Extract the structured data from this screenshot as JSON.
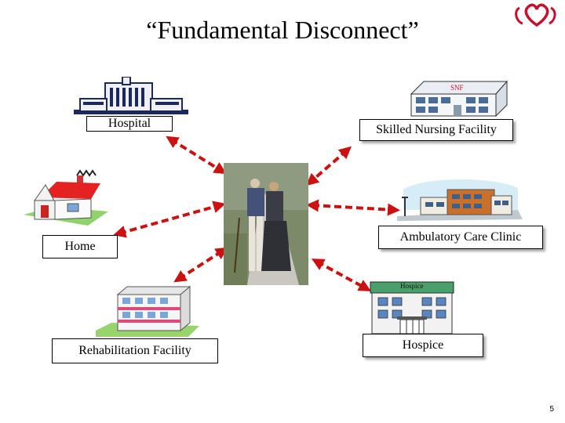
{
  "title": "“Fundamental Disconnect”",
  "nodes": {
    "hospital": "Hospital",
    "snf": "Skilled Nursing Facility",
    "snf_sign": "SNF",
    "home": "Home",
    "ambulatory": "Ambulatory Care Clinic",
    "rehab": "Rehabilitation Facility",
    "hospice": "Hospice",
    "hospice_sign": "Hospice"
  },
  "page_number": "5",
  "colors": {
    "arrow": "#cc1111",
    "logo": "#c8102e"
  }
}
